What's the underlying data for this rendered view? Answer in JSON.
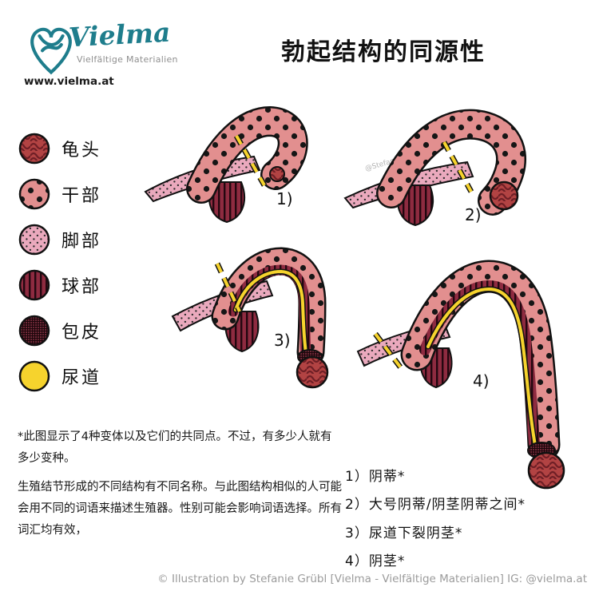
{
  "brand": {
    "name": "Vielma",
    "tagline": "Vielfältige Materialien",
    "url": "www.vielma.at",
    "logo_color": "#1e7d8c"
  },
  "title": "勃起结构的同源性",
  "legend": {
    "items": [
      {
        "label": "龟头",
        "pattern": "glans-swirl-hatch",
        "color": "#b24343"
      },
      {
        "label": "干部",
        "pattern": "shaft-big-dots",
        "color": "#e28f8f"
      },
      {
        "label": "脚部",
        "pattern": "crura-fine-dots",
        "color": "#eaa9bd"
      },
      {
        "label": "球部",
        "pattern": "bulb-vertical-stripes",
        "color": "#8e2b40"
      },
      {
        "label": "包皮",
        "pattern": "foreskin-crosshatch",
        "color": "#7d2f3f"
      },
      {
        "label": "尿道",
        "pattern": "urethra-solid",
        "color": "#f6d32d"
      }
    ]
  },
  "figures": [
    {
      "label": "1)"
    },
    {
      "label": "2)"
    },
    {
      "label": "3)"
    },
    {
      "label": "4)"
    }
  ],
  "watermark": "@Stefanie Grübl",
  "notes": {
    "asterisk_note": "*此图显示了4种变体以及它们的共同点。不过，有多少人就有多少变种。",
    "body_note": "生殖结节形成的不同结构有不同名称。与此图结构相似的人可能会用不同的词语来描述生殖器。性别可能会影响词语选择。所有词汇均有效，"
  },
  "variant_list": [
    "1）阴蒂*",
    "2）大号阴蒂/阴茎阴蒂之间*",
    "3）尿道下裂阴茎*",
    "4）阴茎*"
  ],
  "credit": "© Illustration by Stefanie Grübl [Vielma - Vielfältige Materialien] IG: @vielma.at",
  "colors": {
    "dashed_line_yellow": "#f6d32d",
    "outline_black": "#111111"
  }
}
